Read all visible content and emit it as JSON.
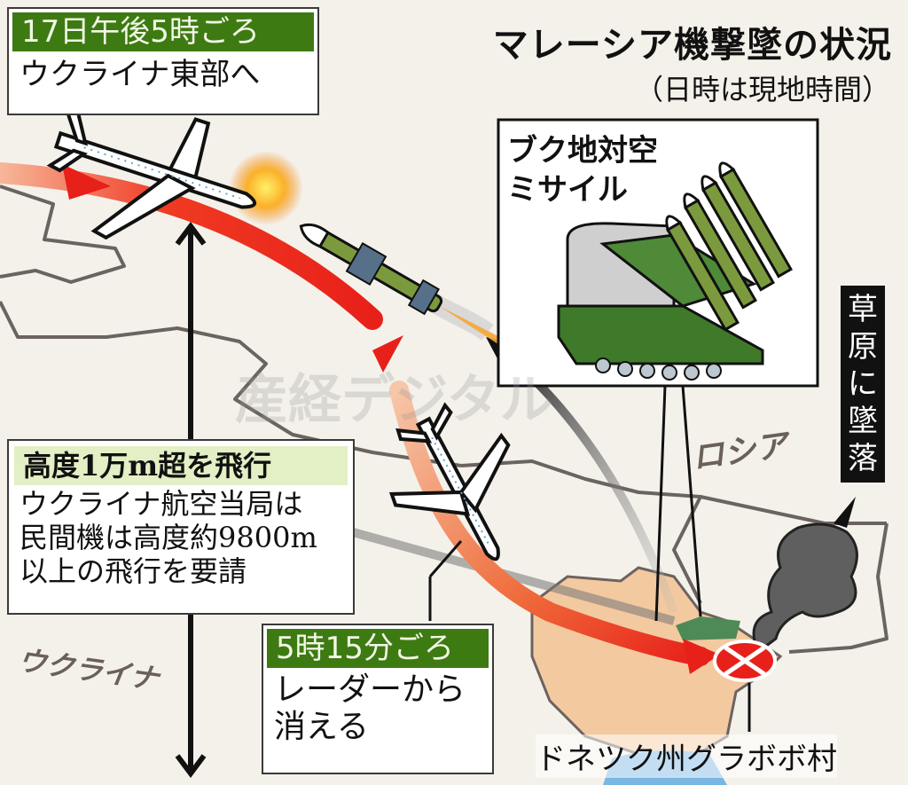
{
  "title": "マレーシア機撃墜の状況",
  "subtitle": "（日時は現地時間）",
  "boxes": {
    "start": {
      "heading": "17日午後5時ごろ",
      "body": "ウクライナ東部へ"
    },
    "missile": {
      "line1": "ブク地対空",
      "line2": "ミサイル"
    },
    "altitude": {
      "heading": "高度1万m超を飛行",
      "lines": [
        "ウクライナ航空当局は",
        "民間機は高度約9800m",
        "以上の飛行を要請"
      ]
    },
    "radar": {
      "heading": "5時15分ごろ",
      "line1": "レーダーから",
      "line2": "消える"
    }
  },
  "crash_label": "草原に墜落",
  "crash_label_chars": [
    "草",
    "原",
    "に",
    "墜",
    "落"
  ],
  "map_labels": {
    "russia": "ロシア",
    "ukraine": "ウクライナ"
  },
  "crash_site": "ドネツク州グラボボ村",
  "watermark": "産経デジタル",
  "colors": {
    "background": "#f4f1ea",
    "heading_green": "#3e7a12",
    "heading_lime": "#e3efc4",
    "flight_path_red": "#e8201a",
    "donetsk_region": "#f3c9a0",
    "missile_green": "#4f8a2e",
    "smoke_gray": "#5a5a5a"
  }
}
